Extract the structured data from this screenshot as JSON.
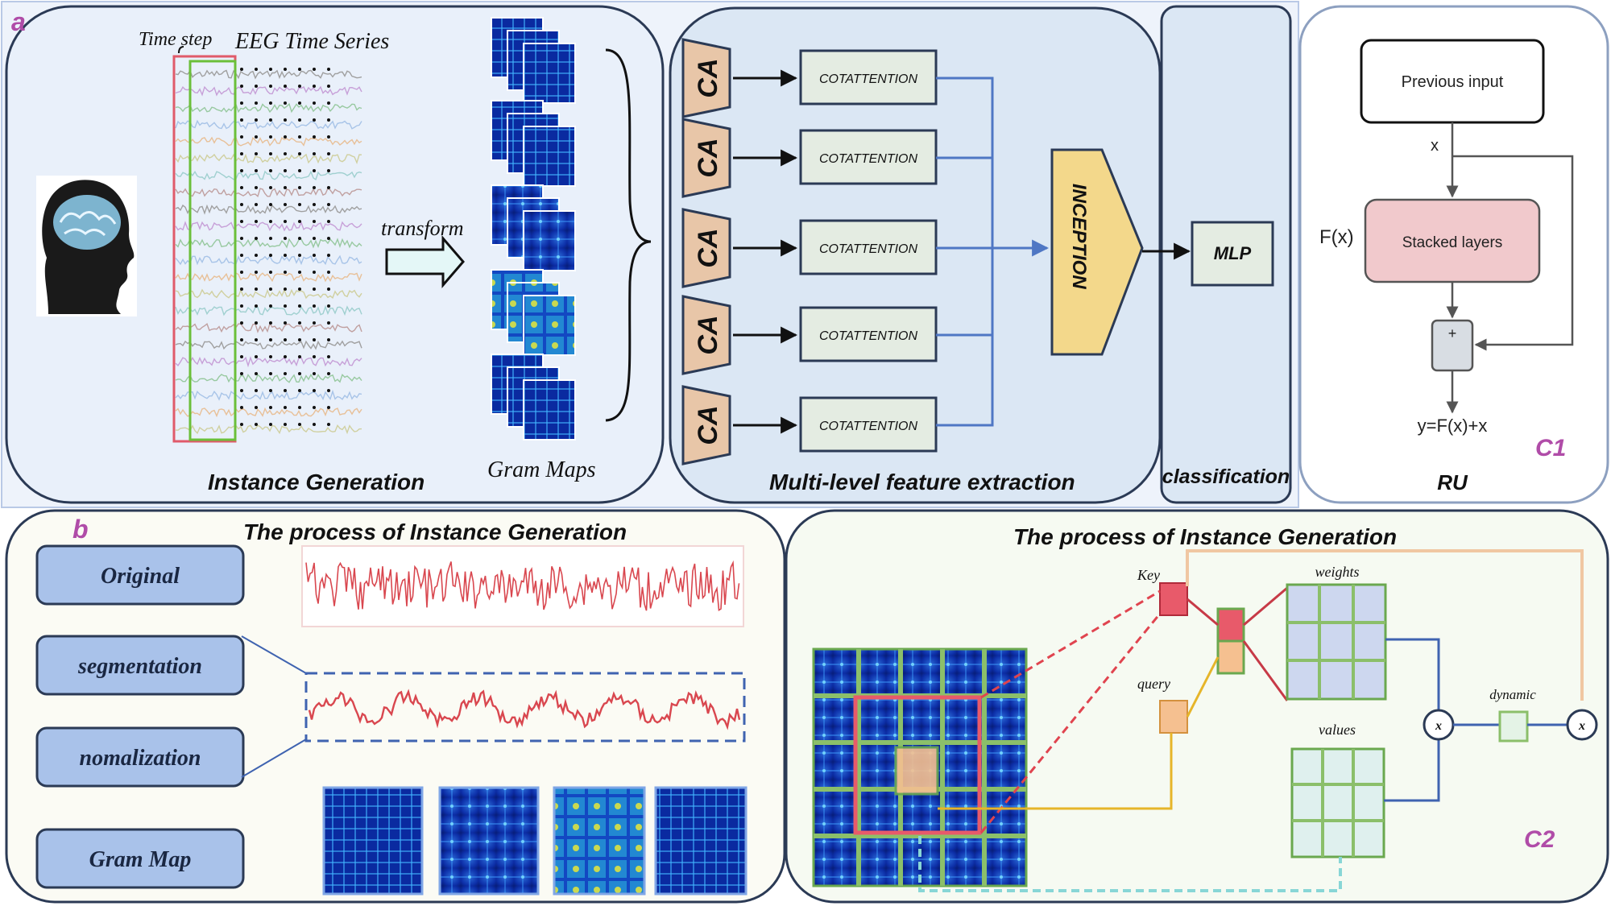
{
  "panel_a": {
    "letter": "a",
    "time_step_label": "Time step",
    "eeg_label": "EEG Time Series",
    "transform_label": "transform",
    "instance_generation_label": "Instance Generation",
    "gram_maps_label": "Gram Maps",
    "ca_labels": [
      "CA",
      "CA",
      "CA",
      "CA",
      "CA"
    ],
    "cotattention_labels": [
      "COTATTENTION",
      "COTATTENTION",
      "COTATTENTION",
      "COTATTENTION",
      "COTATTENTION"
    ],
    "inception_label": "INCEPTION",
    "feature_extraction_label": "Multi-level feature extraction",
    "mlp_label": "MLP",
    "classification_label": "classification"
  },
  "panel_c1": {
    "previous_input": "Previous input",
    "x_label": "x",
    "fx_label": "F(x)",
    "stacked_layers": "Stacked layers",
    "plus": "+",
    "output_eq": "y=F(x)+x",
    "tag": "C1",
    "title": "RU"
  },
  "panel_b": {
    "letter": "b",
    "title": "The process of Instance Generation",
    "steps": [
      "Original",
      "segmentation",
      "nomalization",
      "Gram Map"
    ]
  },
  "panel_c2": {
    "title": "The process of Instance Generation",
    "key_label": "Key",
    "query_label": "query",
    "weights_label": "weights",
    "values_label": "values",
    "dynamic_label": "dynamic",
    "times_symbol": "x",
    "tag": "C2"
  },
  "colors": {
    "panel_blue": "#dbe7f4",
    "panel_light": "#e9f0fa",
    "step_box": "#a9c2ea",
    "ca_box": "#e8c6a8",
    "cot_box": "#e4ece2",
    "inception": "#f3d88b",
    "stacked_layers": "#f1c9cc",
    "key_red": "#e85a6a",
    "query_orange": "#f5c090",
    "accent_purple": "#b04ca8",
    "line_blue": "#4f77c4"
  }
}
